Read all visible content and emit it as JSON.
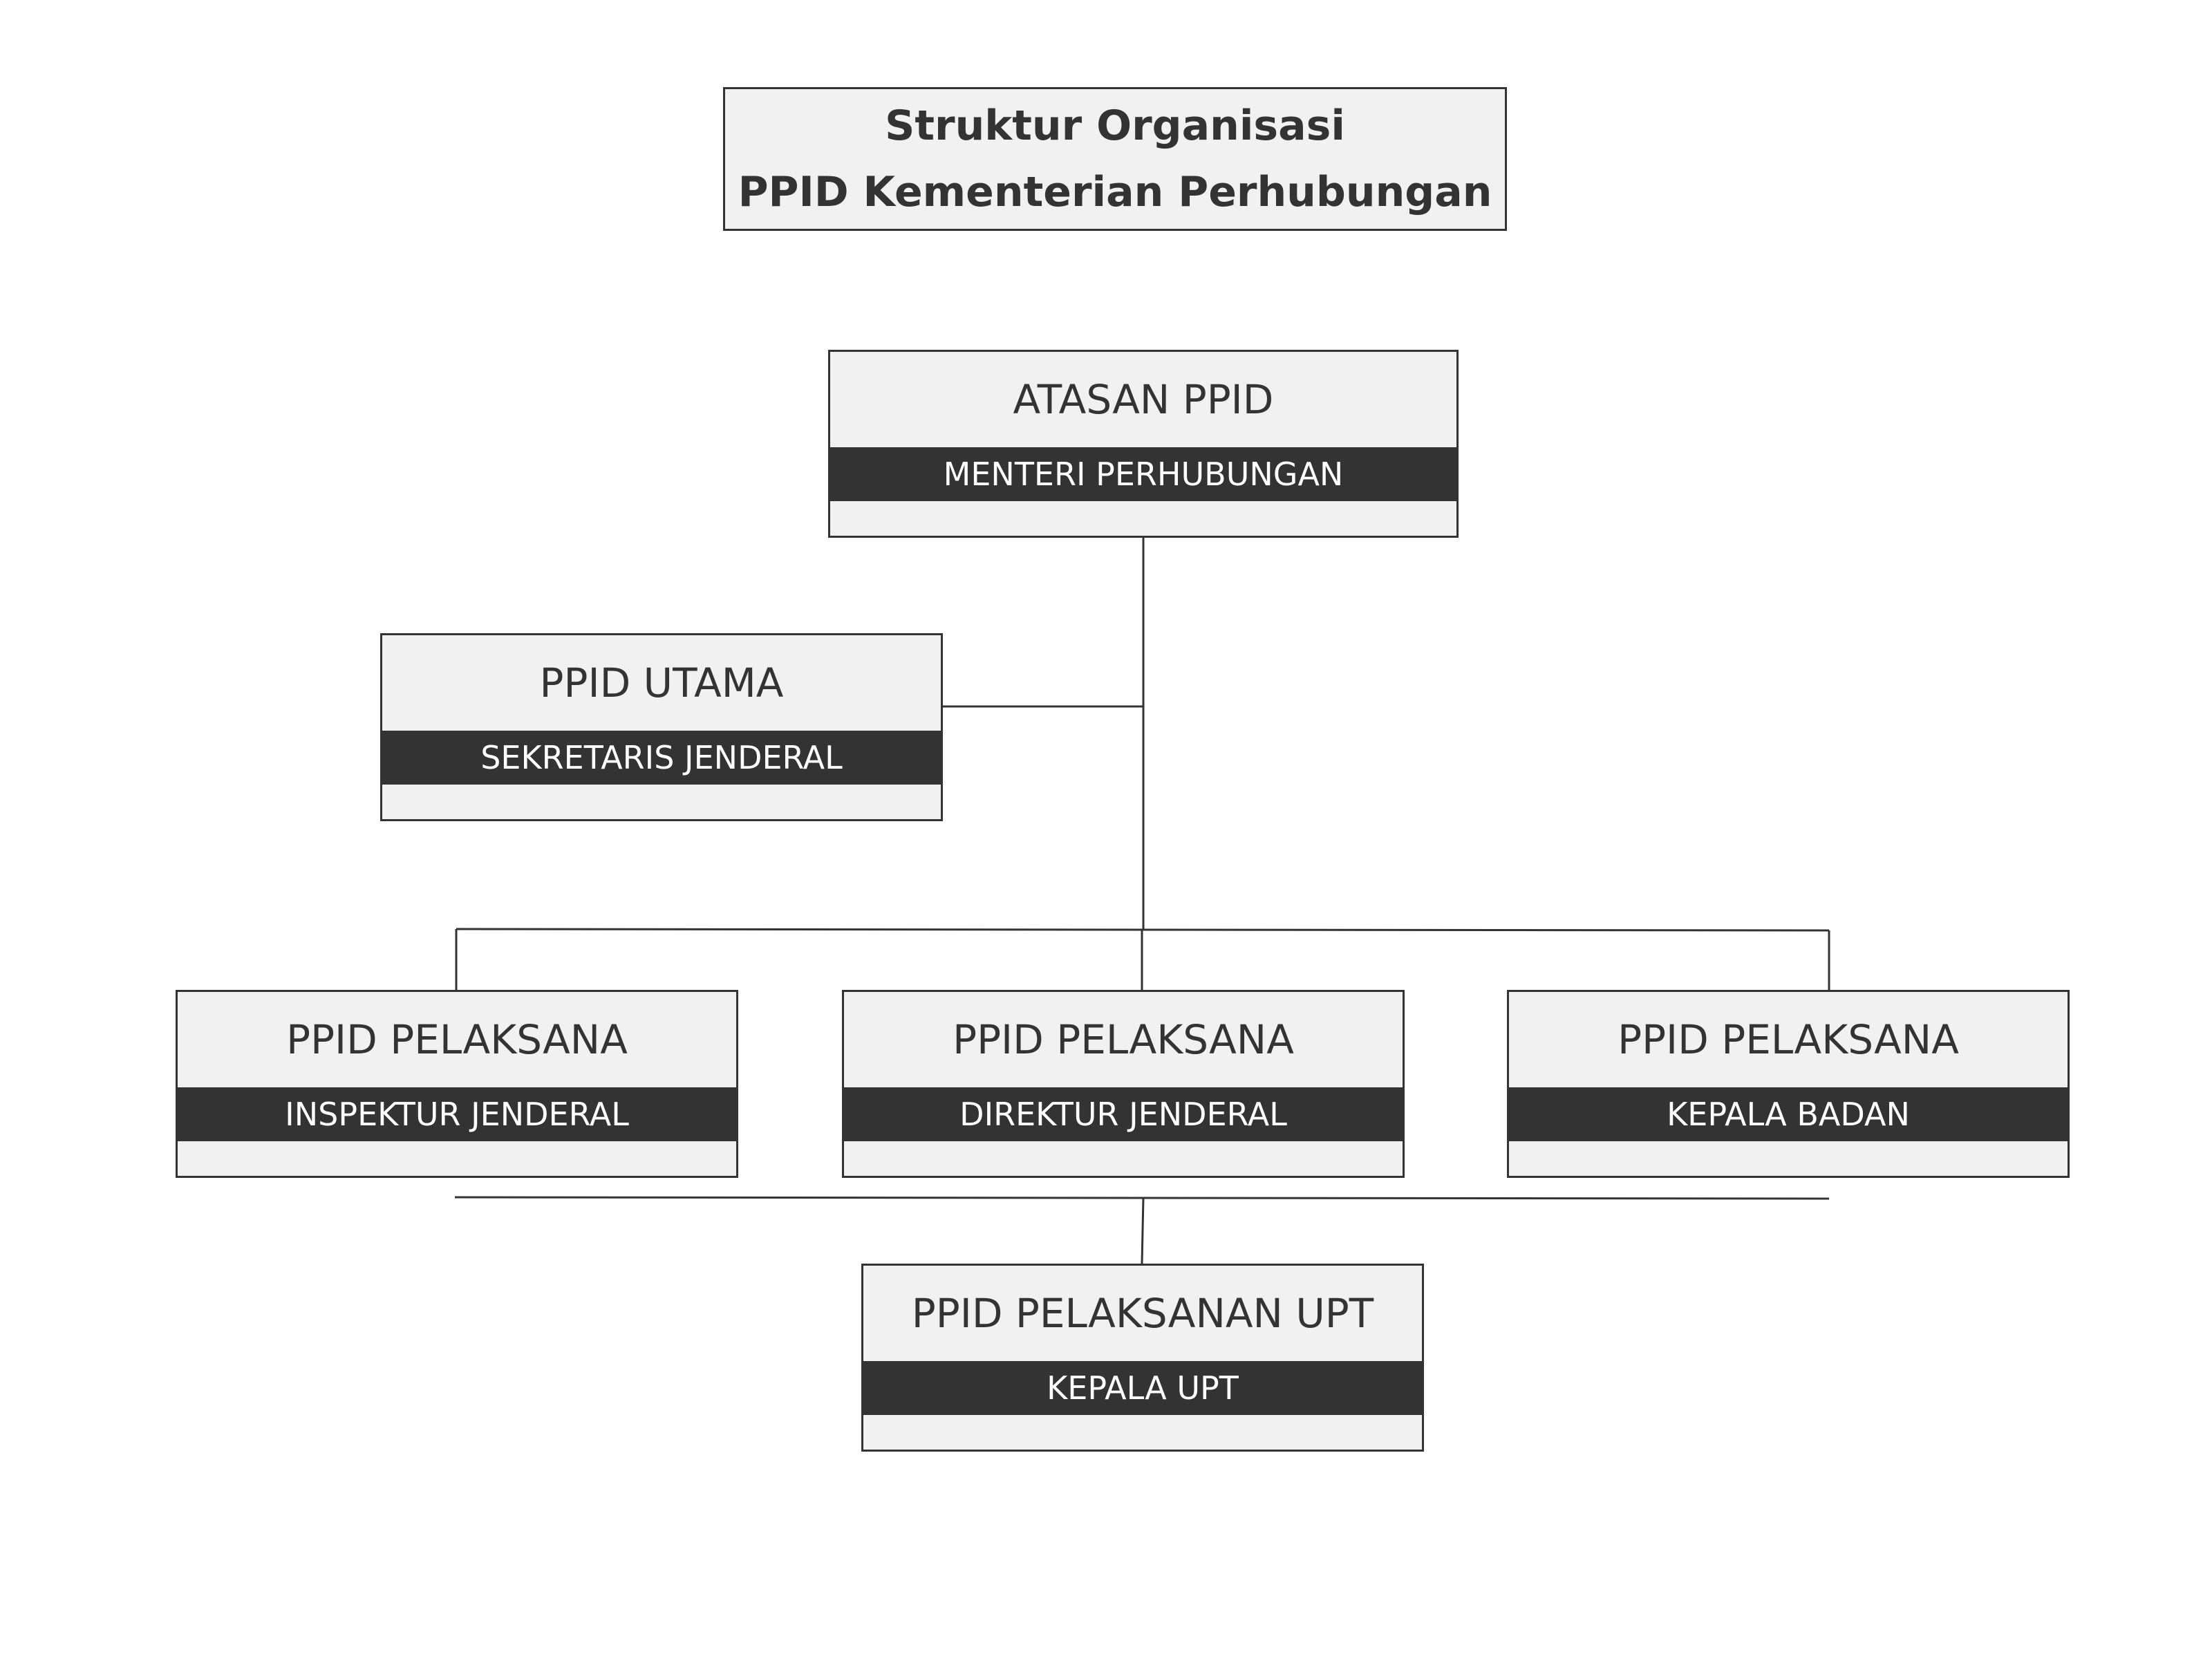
{
  "title": {
    "line1": "Struktur Organisasi",
    "line2": "PPID Kementerian Perhubungan"
  },
  "nodes": {
    "atasan": {
      "role": "ATASAN PPID",
      "holder": "MENTERI PERHUBUNGAN"
    },
    "utama": {
      "role": "PPID UTAMA",
      "holder": "SEKRETARIS JENDERAL"
    },
    "pelaksana_inspektur": {
      "role": "PPID PELAKSANA",
      "holder": "INSPEKTUR JENDERAL"
    },
    "pelaksana_direktur": {
      "role": "PPID PELAKSANA",
      "holder": "DIREKTUR JENDERAL"
    },
    "pelaksana_kepala_badan": {
      "role": "PPID PELAKSANA",
      "holder": "KEPALA BADAN"
    },
    "pelaksana_upt": {
      "role": "PPID PELAKSANAN UPT",
      "holder": "KEPALA UPT"
    }
  },
  "colors": {
    "box_fill": "#f1f1f1",
    "box_border": "#333333",
    "header_band": "#333333",
    "header_text": "#ffffff",
    "text": "#333333",
    "background": "#ffffff"
  }
}
